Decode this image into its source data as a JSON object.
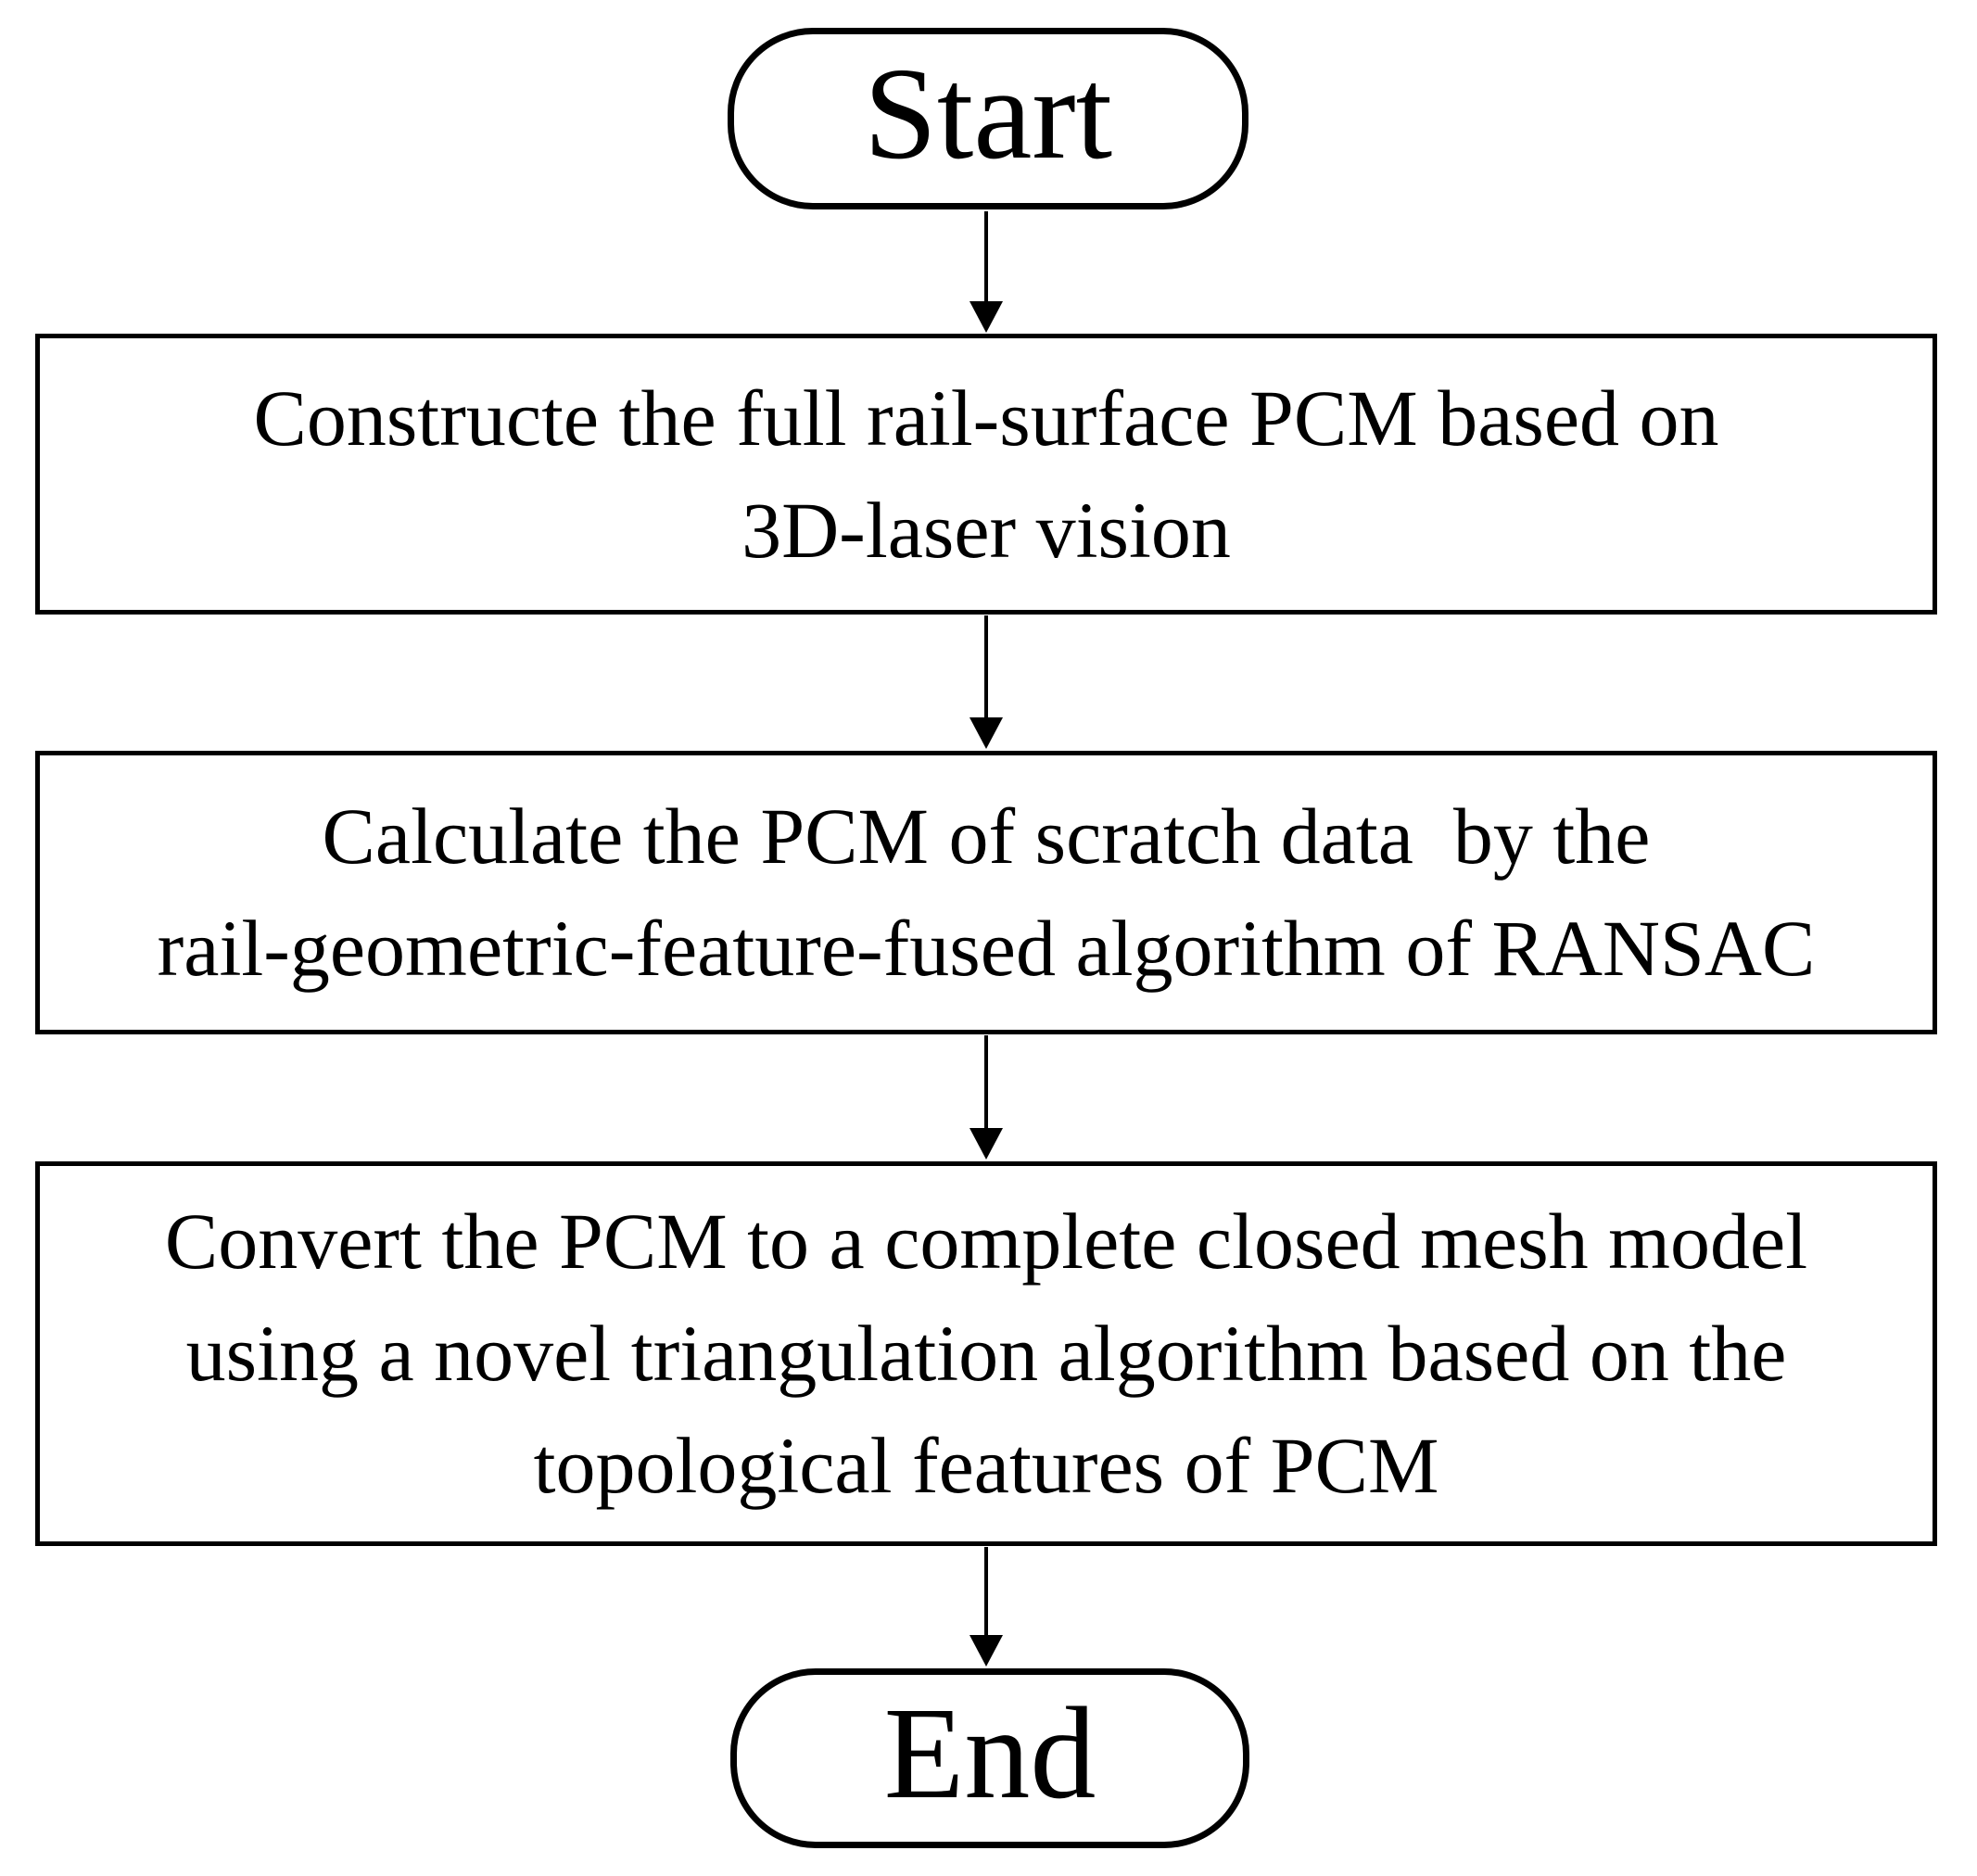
{
  "flowchart": {
    "start_label": "Start",
    "end_label": "End",
    "steps": [
      {
        "lines": [
          "Constructe the full rail-surface PCM based on",
          "3D-laser vision"
        ]
      },
      {
        "lines": [
          "Calculate the PCM of scratch data  by the",
          "rail-geometric-feature-fused algorithm of RANSAC"
        ]
      },
      {
        "lines": [
          "Convert the PCM to a complete closed mesh model",
          "using a novel triangulation algorithm based on the",
          "topological features of PCM"
        ]
      }
    ],
    "colors": {
      "stroke": "#000000",
      "background": "#ffffff",
      "text": "#000000"
    }
  }
}
